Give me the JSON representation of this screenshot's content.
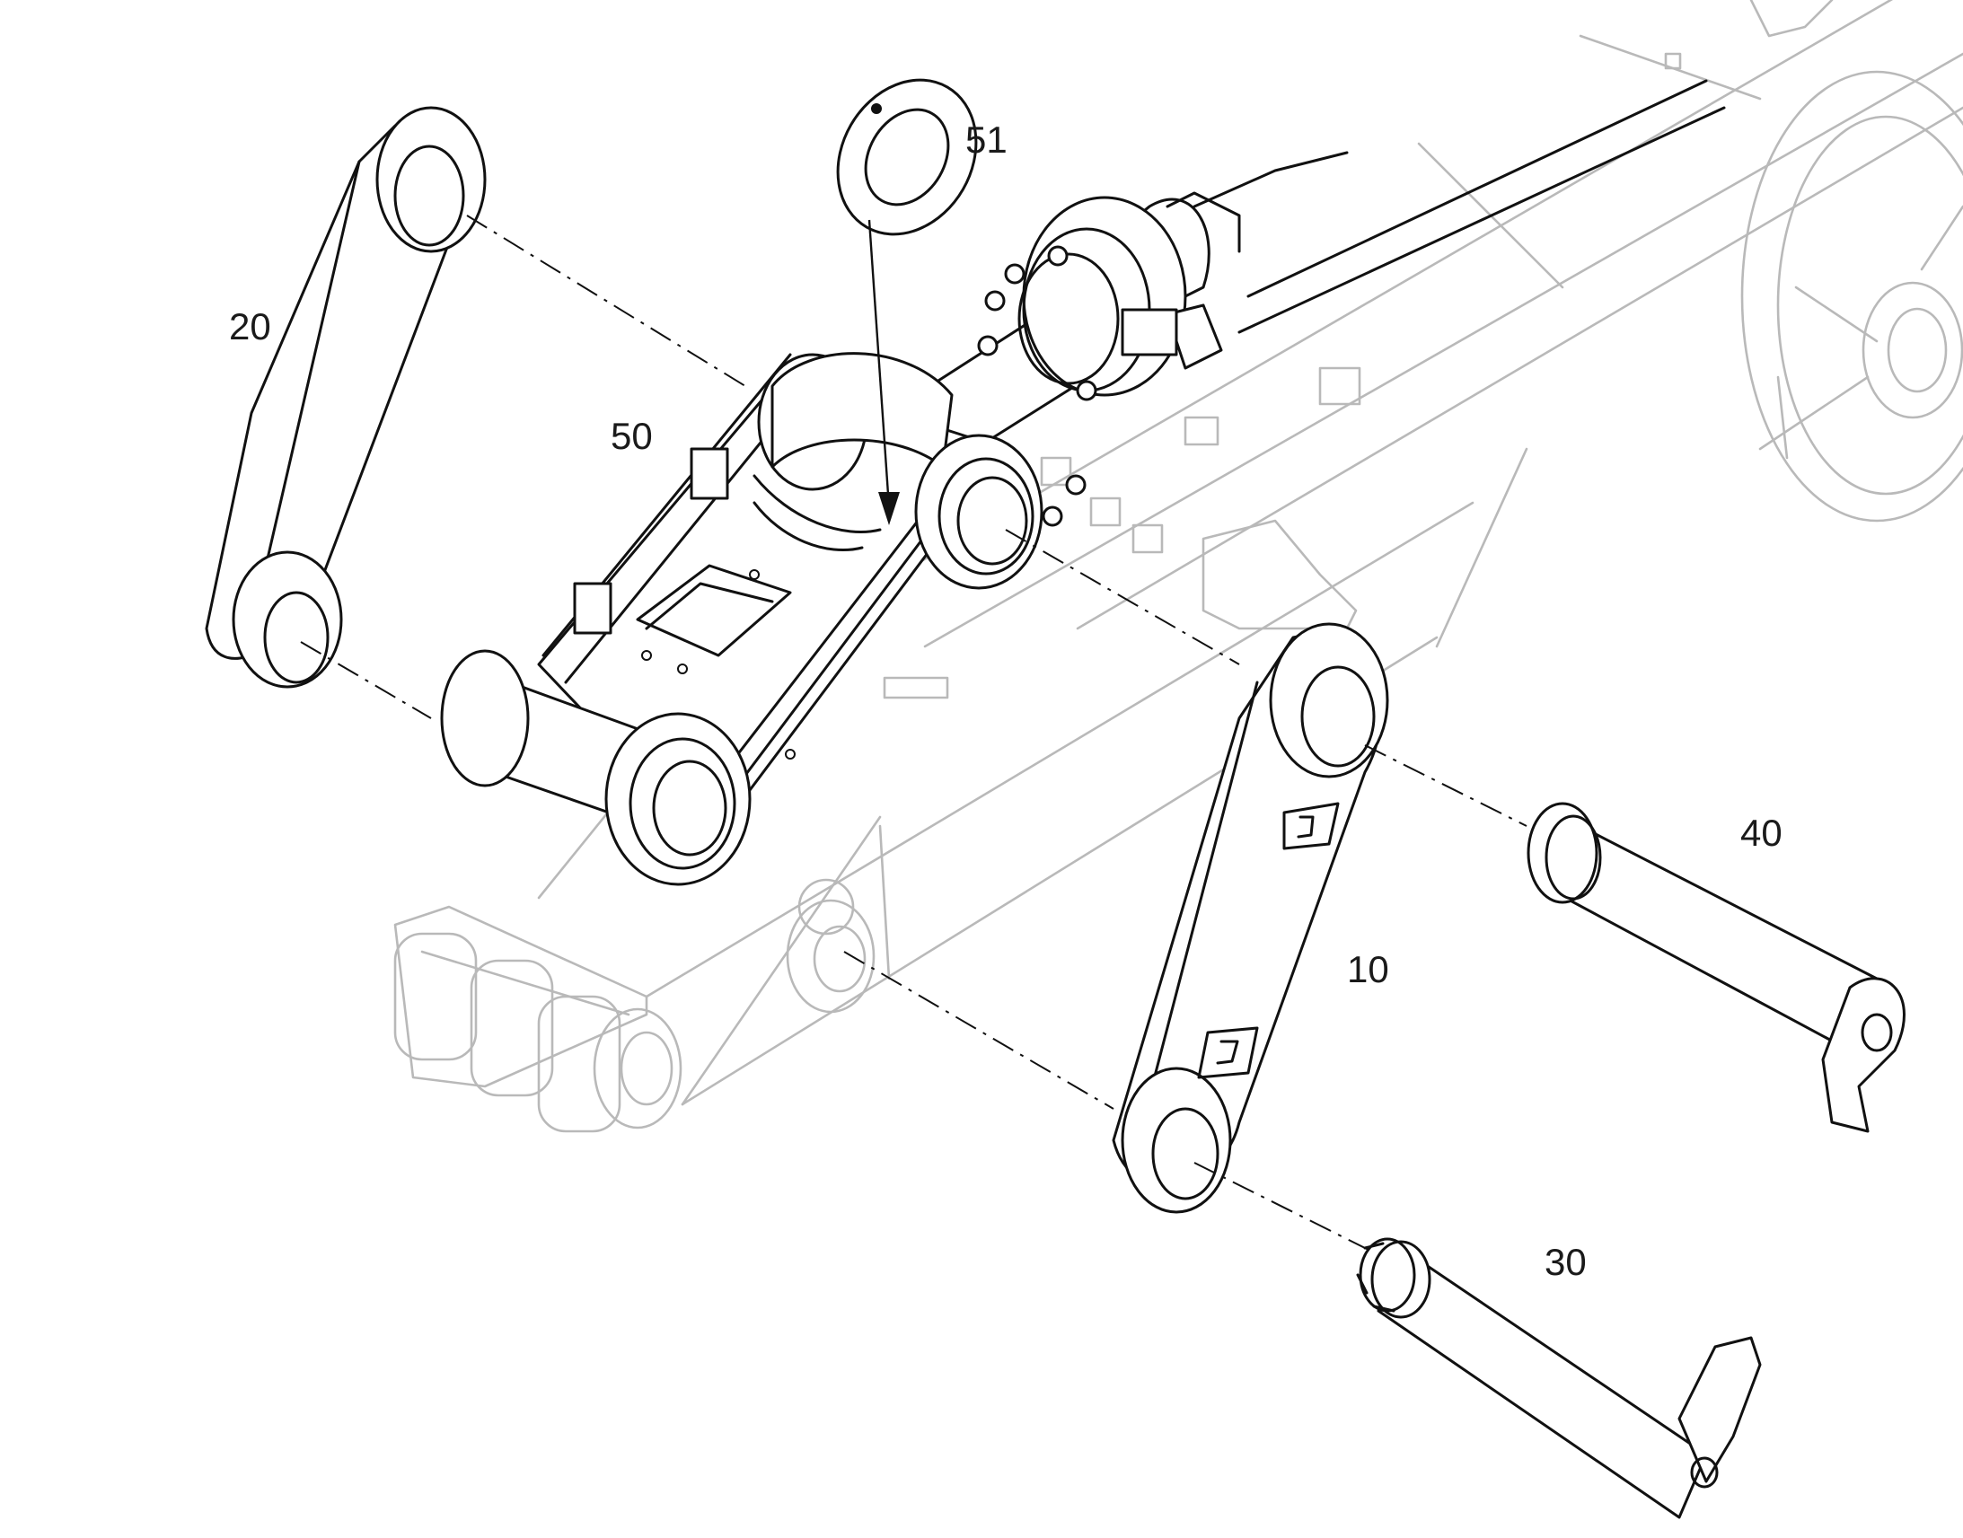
{
  "callouts": [
    {
      "id": "10",
      "text": "10"
    },
    {
      "id": "20",
      "text": "20"
    },
    {
      "id": "30",
      "text": "30"
    },
    {
      "id": "40",
      "text": "40"
    },
    {
      "id": "50",
      "text": "50"
    },
    {
      "id": "51",
      "text": "51"
    }
  ],
  "colors": {
    "line": "#111111",
    "ghost": "#b9b9b9",
    "background": "#ffffff"
  }
}
